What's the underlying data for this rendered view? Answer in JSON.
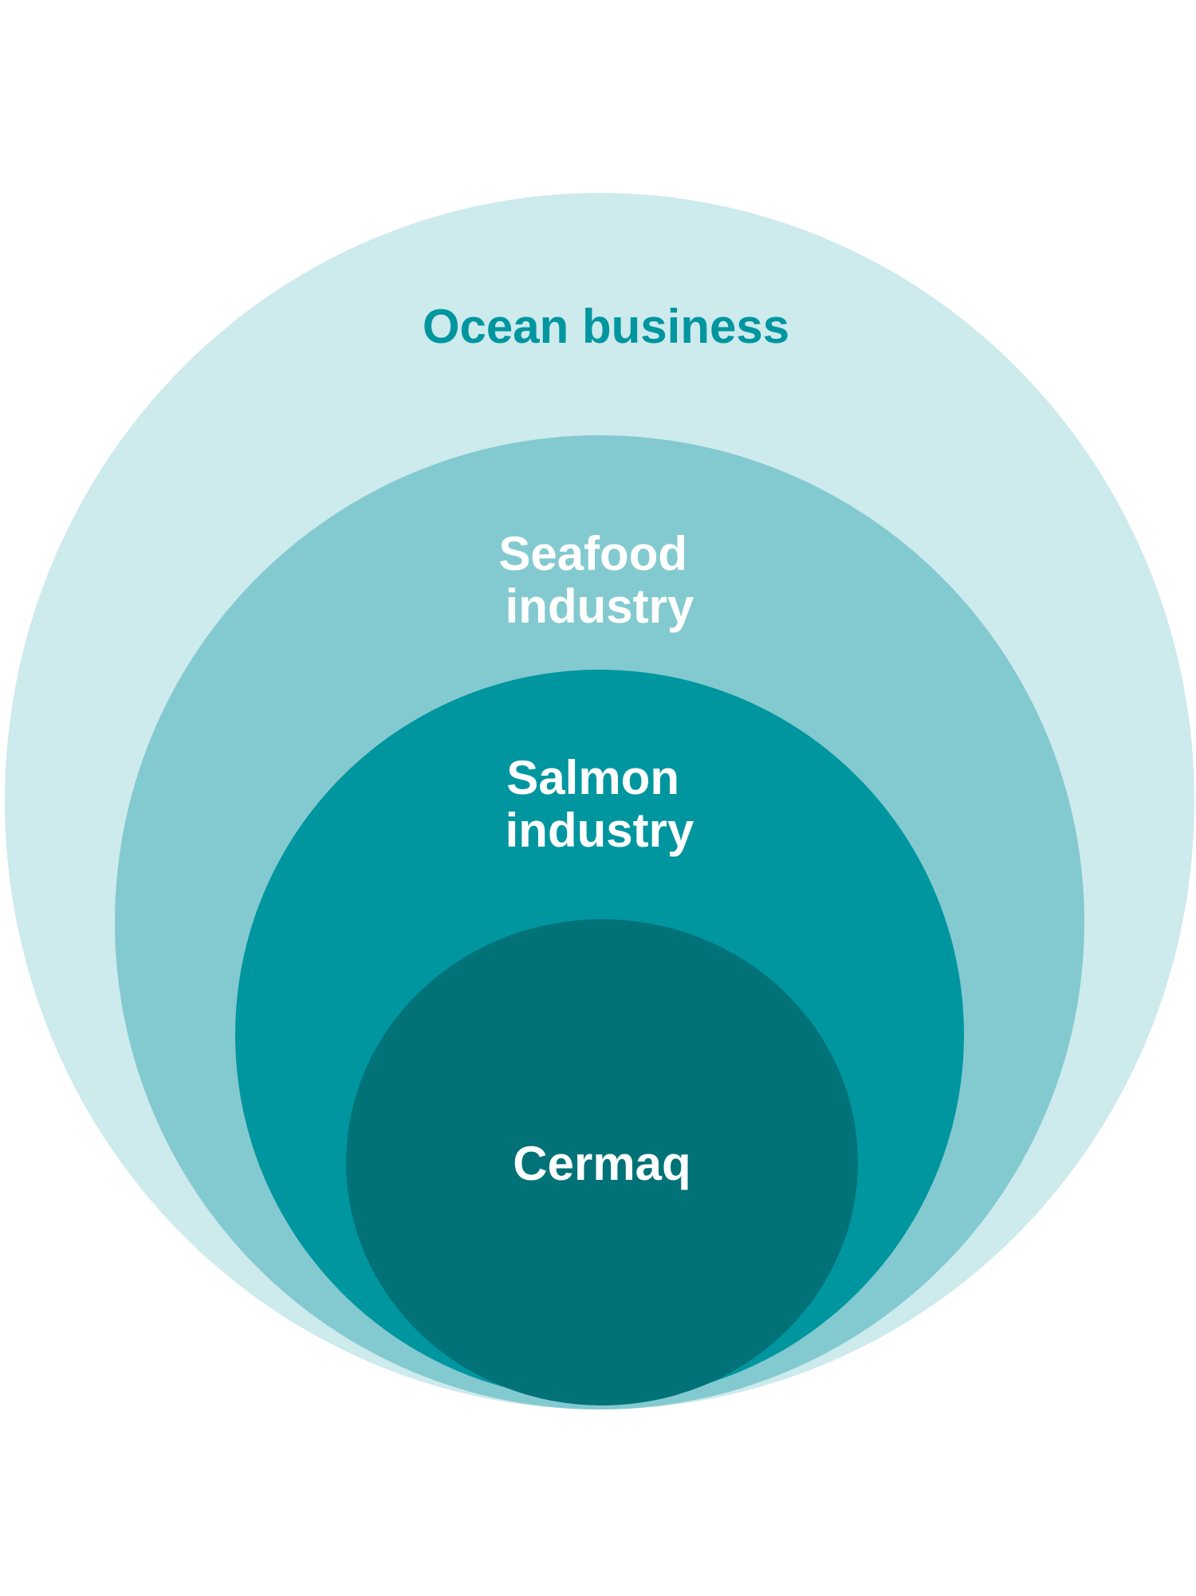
{
  "diagram": {
    "type": "nested-circles",
    "levels": [
      {
        "lines": [
          "Ocean business"
        ],
        "fill": "#CDEAED",
        "text_color": "#00969F"
      },
      {
        "lines": [
          "Seafood",
          "industry"
        ],
        "fill": "#83CAD0",
        "text_color": "#FFFFFF"
      },
      {
        "lines": [
          "Salmon",
          "industry"
        ],
        "fill": "#00969F",
        "text_color": "#FFFFFF"
      },
      {
        "lines": [
          "Cermaq"
        ],
        "fill": "#007278",
        "text_color": "#FFFFFF"
      }
    ]
  }
}
